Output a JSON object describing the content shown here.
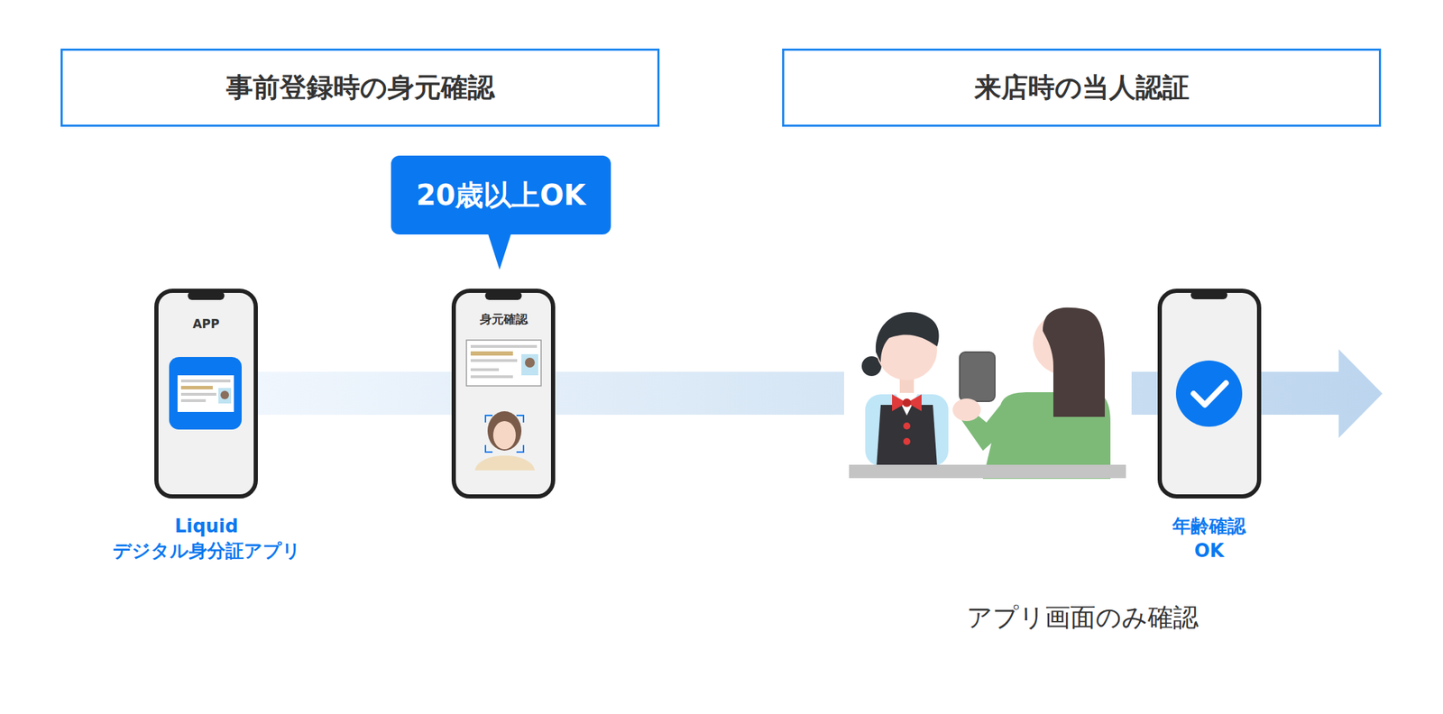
{
  "diagram": {
    "nodes": [
      {
        "text": [
          "事前登録時の身元確認"
        ]
      },
      {
        "text": [
          "来店時の当人認証"
        ]
      },
      {
        "text": [
          "20歳以上OK"
        ]
      },
      {
        "text": [
          "APP"
        ]
      },
      {
        "text": [
          "身元確認"
        ]
      }
    ],
    "labels": [
      "Liquid デジタル身分証アプリ",
      "年齢確認 OK",
      "アプリ画面のみ確認"
    ]
  }
}
